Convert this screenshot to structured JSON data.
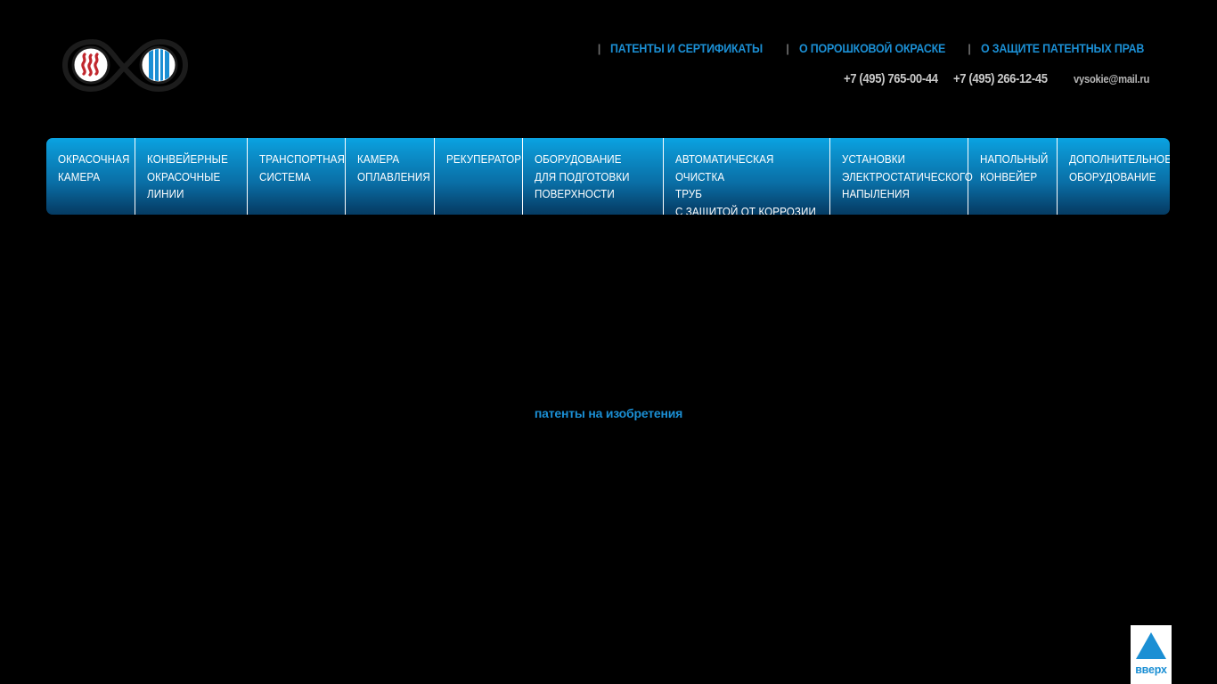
{
  "site": {
    "background_color": "#000000",
    "accent_color": "#1b8fd4",
    "nav_gradient_top": "#0aa3e2",
    "nav_gradient_bottom": "#053c63"
  },
  "logo": {
    "name": "infinity-logo",
    "outline_color": "#1c1c1c",
    "flame_color": "#c1272d",
    "stripe_color": "#1b8fd4",
    "disc_color": "#ffffff"
  },
  "top_nav": {
    "separator": "|",
    "items": [
      {
        "label": "ПАТЕНТЫ И СЕРТИФИКАТЫ",
        "name": "top-nav-patents"
      },
      {
        "label": "О ПОРОШКОВОЙ ОКРАСКЕ",
        "name": "top-nav-powder-coating"
      },
      {
        "label": "О ЗАЩИТЕ ПАТЕНТНЫХ ПРАВ",
        "name": "top-nav-patent-rights"
      }
    ]
  },
  "contacts": {
    "phone_1": "+7 (495) 765-00-44",
    "phone_2": "+7 (495) 266-12-45",
    "email": "vysokie@mail.ru"
  },
  "main_nav": {
    "items": [
      {
        "label": "ОКРАСОЧНАЯ\nКАМЕРА",
        "name": "nav-item-paint-booth"
      },
      {
        "label": "КОНВЕЙЕРНЫЕ\nОКРАСОЧНЫЕ\nЛИНИИ",
        "name": "nav-item-conveyor-paint-lines"
      },
      {
        "label": "ТРАНСПОРТНАЯ\nСИСТЕМА",
        "name": "nav-item-transport-system"
      },
      {
        "label": "КАМЕРА\nОПЛАВЛЕНИЯ",
        "name": "nav-item-curing-oven"
      },
      {
        "label": "РЕКУПЕРАТОР",
        "name": "nav-item-recuperator"
      },
      {
        "label": "ОБОРУДОВАНИЕ\nДЛЯ ПОДГОТОВКИ\nПОВЕРХНОСТИ",
        "name": "nav-item-surface-prep-equipment"
      },
      {
        "label": "АВТОМАТИЧЕСКАЯ ОЧИСТКА\nТРУБ\nС ЗАЩИТОЙ ОТ КОРРОЗИИ",
        "name": "nav-item-automatic-pipe-cleaning"
      },
      {
        "label": "УСТАНОВКИ\nЭЛЕКТРОСТАТИЧЕСКОГО\nНАПЫЛЕНИЯ",
        "name": "nav-item-electrostatic-spray-units"
      },
      {
        "label": "НАПОЛЬНЫЙ\nКОНВЕЙЕР",
        "name": "nav-item-floor-conveyor"
      },
      {
        "label": "ДОПОЛНИТЕЛЬНОЕ\nОБОРУДОВАНИЕ",
        "name": "nav-item-additional-equipment"
      }
    ]
  },
  "content": {
    "page_title": "патенты на изобретения"
  },
  "scroll_top": {
    "caption": "вверх",
    "icon": "triangle-up-icon"
  }
}
